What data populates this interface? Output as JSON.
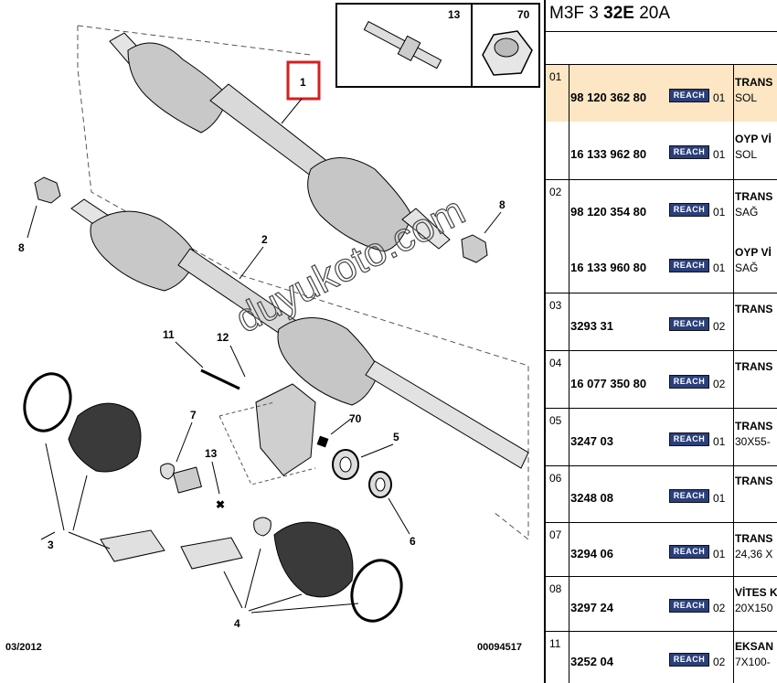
{
  "diagram": {
    "labels": {
      "n1": "1",
      "n2": "2",
      "n3": "3",
      "n4": "4",
      "n5": "5",
      "n6": "6",
      "n7": "7",
      "n8a": "8",
      "n8b": "8",
      "n11": "11",
      "n12": "12",
      "n13": "13",
      "n70": "70",
      "inset13": "13",
      "inset70": "70"
    },
    "date_code": "03/2012",
    "doc_number": "00094517",
    "watermark": "duyukoto.com"
  },
  "panel": {
    "model_prefix": "M3F 3 ",
    "model_bold": "32E",
    "model_suffix": " 20A",
    "reach_label": "REACH",
    "rows": [
      {
        "ref": "01",
        "part": "98 120 362 80",
        "qty": "01",
        "desc": "TRANS",
        "desc2": "SOL"
      },
      {
        "ref": "",
        "part": "16 133 962 80",
        "qty": "01",
        "desc": "OYP Vİ",
        "desc2": "SOL"
      },
      {
        "ref": "02",
        "part": "98 120 354 80",
        "qty": "01",
        "desc": "TRANS",
        "desc2": "SAĞ"
      },
      {
        "ref": "",
        "part": "16 133 960 80",
        "qty": "01",
        "desc": "OYP Vİ",
        "desc2": "SAĞ"
      },
      {
        "ref": "03",
        "part": "3293 31",
        "qty": "02",
        "desc": "TRANS",
        "desc2": ""
      },
      {
        "ref": "04",
        "part": "16 077 350 80",
        "qty": "02",
        "desc": "TRANS",
        "desc2": ""
      },
      {
        "ref": "05",
        "part": "3247 03",
        "qty": "01",
        "desc": "TRANS",
        "desc2": "30X55-"
      },
      {
        "ref": "06",
        "part": "3248 08",
        "qty": "01",
        "desc": "TRANS",
        "desc2": ""
      },
      {
        "ref": "07",
        "part": "3294 06",
        "qty": "01",
        "desc": "TRANS",
        "desc2": "24,36 X"
      },
      {
        "ref": "08",
        "part": "3297 24",
        "qty": "02",
        "desc": "VİTES K",
        "desc2": "20X150"
      },
      {
        "ref": "11",
        "part": "3252 04",
        "qty": "02",
        "desc": "EKSAN",
        "desc2": "7X100-"
      }
    ]
  }
}
